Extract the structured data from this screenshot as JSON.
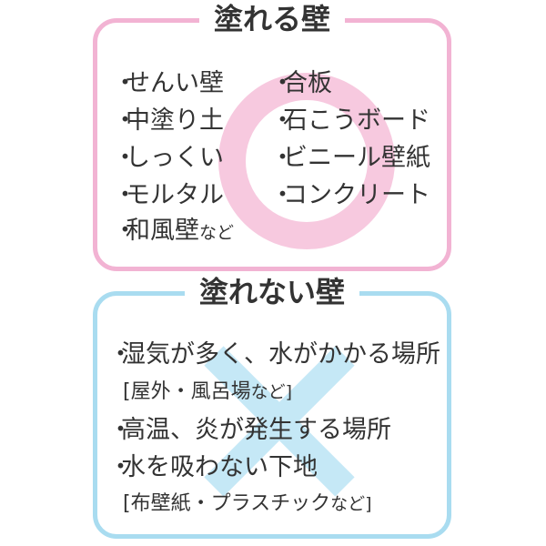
{
  "paintable": {
    "title": "塗れる壁",
    "col1": [
      "せんい壁",
      "中塗り土",
      "しっくい",
      "モルタル",
      "和風壁"
    ],
    "col1_suffix": "など",
    "col2": [
      "合板",
      "石こうボード",
      "ビニール壁紙",
      "コンクリート"
    ],
    "mark_icon": "circle-icon",
    "accent_color": "#f2b3d3"
  },
  "not_paintable": {
    "title": "塗れない壁",
    "items": [
      "湿気が多く、水がかかる場所",
      "高温、炎が発生する場所",
      "水を吸わない下地"
    ],
    "note1_text": "[屋外・風呂場",
    "note2_text": "[布壁紙・プラスチック",
    "note_suffix": "など]",
    "mark_icon": "cross-icon",
    "accent_color": "#a9dcf0"
  },
  "bullet": "・"
}
